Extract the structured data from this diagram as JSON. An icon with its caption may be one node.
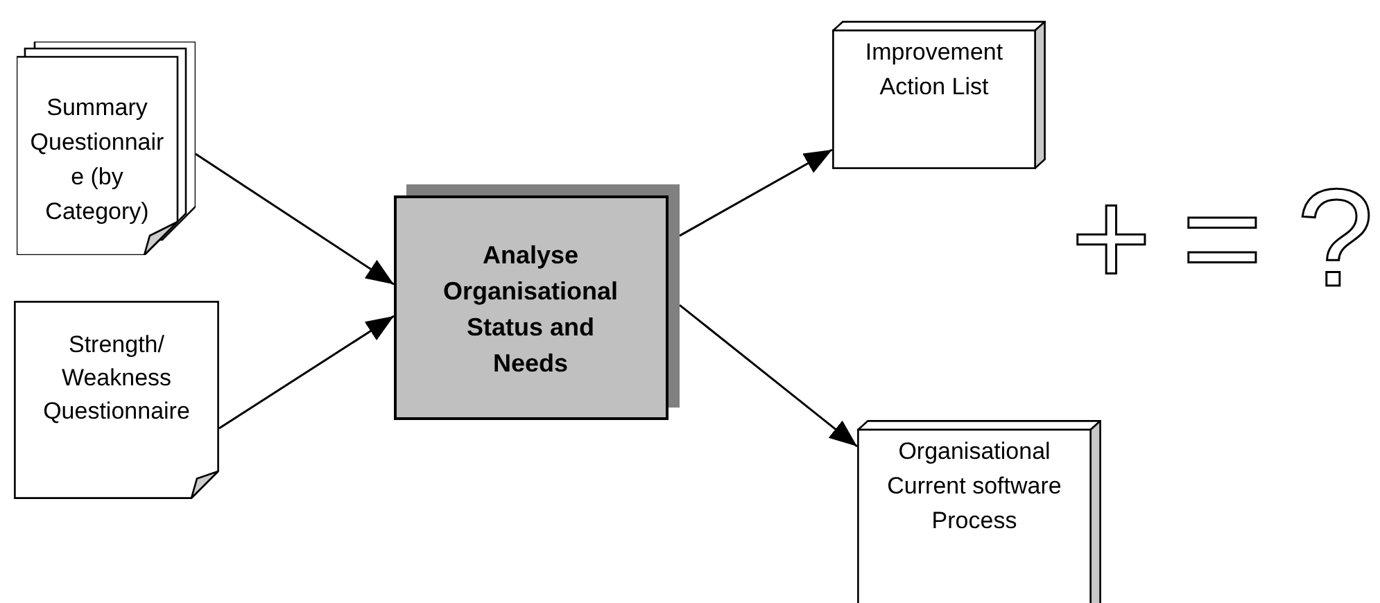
{
  "diagram": {
    "nodes": [
      {
        "text": [
          "Summary Questionnaire (by Category)"
        ]
      },
      {
        "text": [
          "Strength/ Weakness Questionnaire"
        ]
      },
      {
        "text": [
          "Analyse Organisational Status and Needs"
        ]
      },
      {
        "text": [
          "Improvement Action List"
        ]
      },
      {
        "text": [
          "Organisational Current software Process"
        ]
      }
    ],
    "edges": [
      {
        "from": 0,
        "to": 2,
        "arrow": "to"
      },
      {
        "from": 1,
        "to": 2,
        "arrow": "to"
      },
      {
        "from": 2,
        "to": 3,
        "arrow": "to"
      },
      {
        "from": 2,
        "to": 4,
        "arrow": "to"
      }
    ],
    "labels": [
      "+",
      "=",
      "?"
    ]
  }
}
